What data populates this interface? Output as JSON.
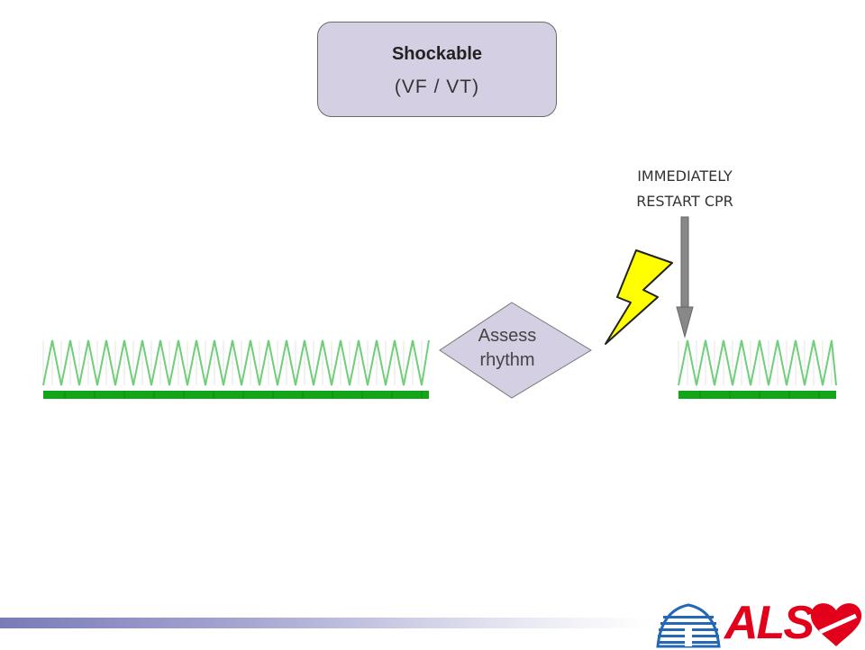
{
  "shockable_box": {
    "title": "Shockable",
    "subtitle": "(VF / VT)"
  },
  "callout": {
    "line1": "IMMEDIATELY",
    "line2": "RESTART CPR"
  },
  "decision": {
    "line1": "Assess",
    "line2": "rhythm"
  },
  "logo": {
    "text": "ALS"
  },
  "colors": {
    "box_fill": "#d4cfe2",
    "cpr_wave": "#6fcf7a",
    "cpr_bar": "#13a417",
    "bolt": "#ffff00",
    "arrow": "#888888",
    "logo_red": "#e3001b",
    "logo_blue": "#2467b5"
  },
  "icons": {
    "shock": "lightning-bolt-icon",
    "arrow": "down-arrow-icon",
    "cpr": "cpr-compression-wave"
  }
}
